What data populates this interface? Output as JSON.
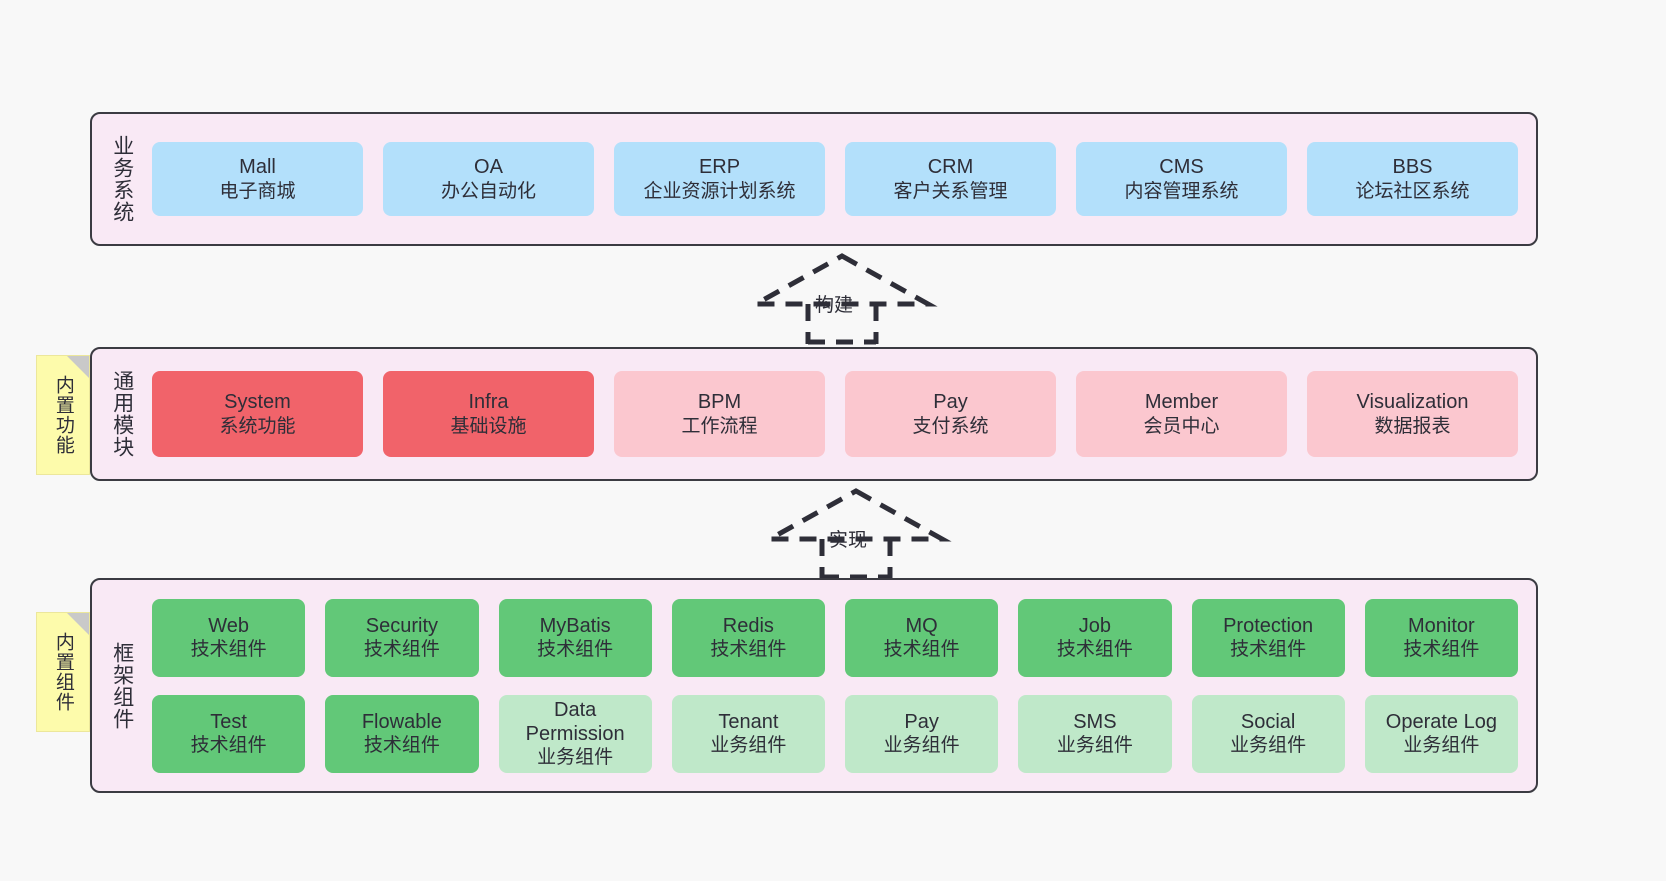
{
  "diagram": {
    "background_color": "#f8f8f8",
    "layer_fill": "#f9e9f5",
    "layer_border": "#3b3b42",
    "note_fill": "#fdfbab"
  },
  "layers": [
    {
      "id": "business",
      "title": "业务系统",
      "cards": [
        {
          "en": "Mall",
          "cn": "电子商城",
          "color": "#b3e0fb"
        },
        {
          "en": "OA",
          "cn": "办公自动化",
          "color": "#b3e0fb"
        },
        {
          "en": "ERP",
          "cn": "企业资源计划系统",
          "color": "#b3e0fb"
        },
        {
          "en": "CRM",
          "cn": "客户关系管理",
          "color": "#b3e0fb"
        },
        {
          "en": "CMS",
          "cn": "内容管理系统",
          "color": "#b3e0fb"
        },
        {
          "en": "BBS",
          "cn": "论坛社区系统",
          "color": "#b3e0fb"
        }
      ]
    },
    {
      "id": "common",
      "title": "通用模块",
      "note": "内置功能",
      "cards": [
        {
          "en": "System",
          "cn": "系统功能",
          "color": "#f1636a"
        },
        {
          "en": "Infra",
          "cn": "基础设施",
          "color": "#f1636a"
        },
        {
          "en": "BPM",
          "cn": "工作流程",
          "color": "#fbc7cf"
        },
        {
          "en": "Pay",
          "cn": "支付系统",
          "color": "#fbc7cf"
        },
        {
          "en": "Member",
          "cn": "会员中心",
          "color": "#fbc7cf"
        },
        {
          "en": "Visualization",
          "cn": "数据报表",
          "color": "#fbc7cf"
        }
      ]
    },
    {
      "id": "framework",
      "title": "框架组件",
      "note": "内置组件",
      "rows": [
        [
          {
            "en": "Web",
            "cn": "技术组件",
            "color": "#62c878"
          },
          {
            "en": "Security",
            "cn": "技术组件",
            "color": "#62c878"
          },
          {
            "en": "MyBatis",
            "cn": "技术组件",
            "color": "#62c878"
          },
          {
            "en": "Redis",
            "cn": "技术组件",
            "color": "#62c878"
          },
          {
            "en": "MQ",
            "cn": "技术组件",
            "color": "#62c878"
          },
          {
            "en": "Job",
            "cn": "技术组件",
            "color": "#62c878"
          },
          {
            "en": "Protection",
            "cn": "技术组件",
            "color": "#62c878"
          },
          {
            "en": "Monitor",
            "cn": "技术组件",
            "color": "#62c878"
          }
        ],
        [
          {
            "en": "Test",
            "cn": "技术组件",
            "color": "#62c878"
          },
          {
            "en": "Flowable",
            "cn": "技术组件",
            "color": "#62c878"
          },
          {
            "en": "Data Permission",
            "cn": "业务组件",
            "color": "#bfe8c9"
          },
          {
            "en": "Tenant",
            "cn": "业务组件",
            "color": "#bfe8c9"
          },
          {
            "en": "Pay",
            "cn": "业务组件",
            "color": "#bfe8c9"
          },
          {
            "en": "SMS",
            "cn": "业务组件",
            "color": "#bfe8c9"
          },
          {
            "en": "Social",
            "cn": "业务组件",
            "color": "#bfe8c9"
          },
          {
            "en": "Operate Log",
            "cn": "业务组件",
            "color": "#bfe8c9"
          }
        ]
      ]
    }
  ],
  "arrows": [
    {
      "id": "build",
      "label": "构建",
      "from": "common",
      "to": "business"
    },
    {
      "id": "impl",
      "label": "实现",
      "from": "framework",
      "to": "common"
    }
  ]
}
